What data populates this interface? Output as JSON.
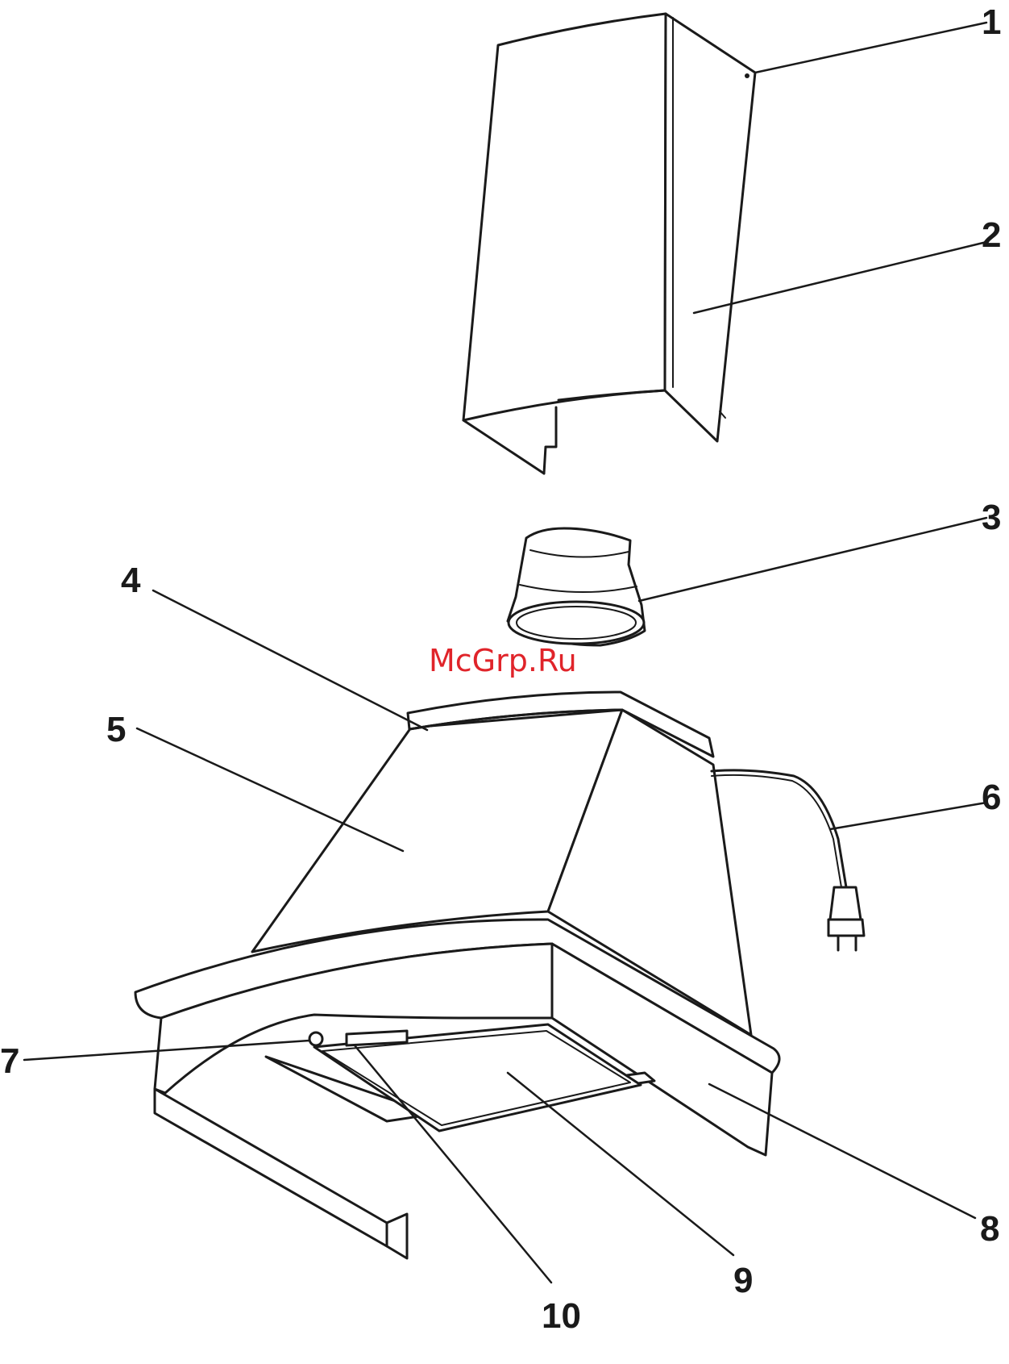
{
  "watermark": "McGrp.Ru",
  "callouts": {
    "c1": "1",
    "c2": "2",
    "c3": "3",
    "c4": "4",
    "c5": "5",
    "c6": "6",
    "c7": "7",
    "c8": "8",
    "c9": "9",
    "c10": "10"
  },
  "colors": {
    "line": "#1a1a1a",
    "watermark": "#e0242a",
    "background": "#ffffff"
  }
}
